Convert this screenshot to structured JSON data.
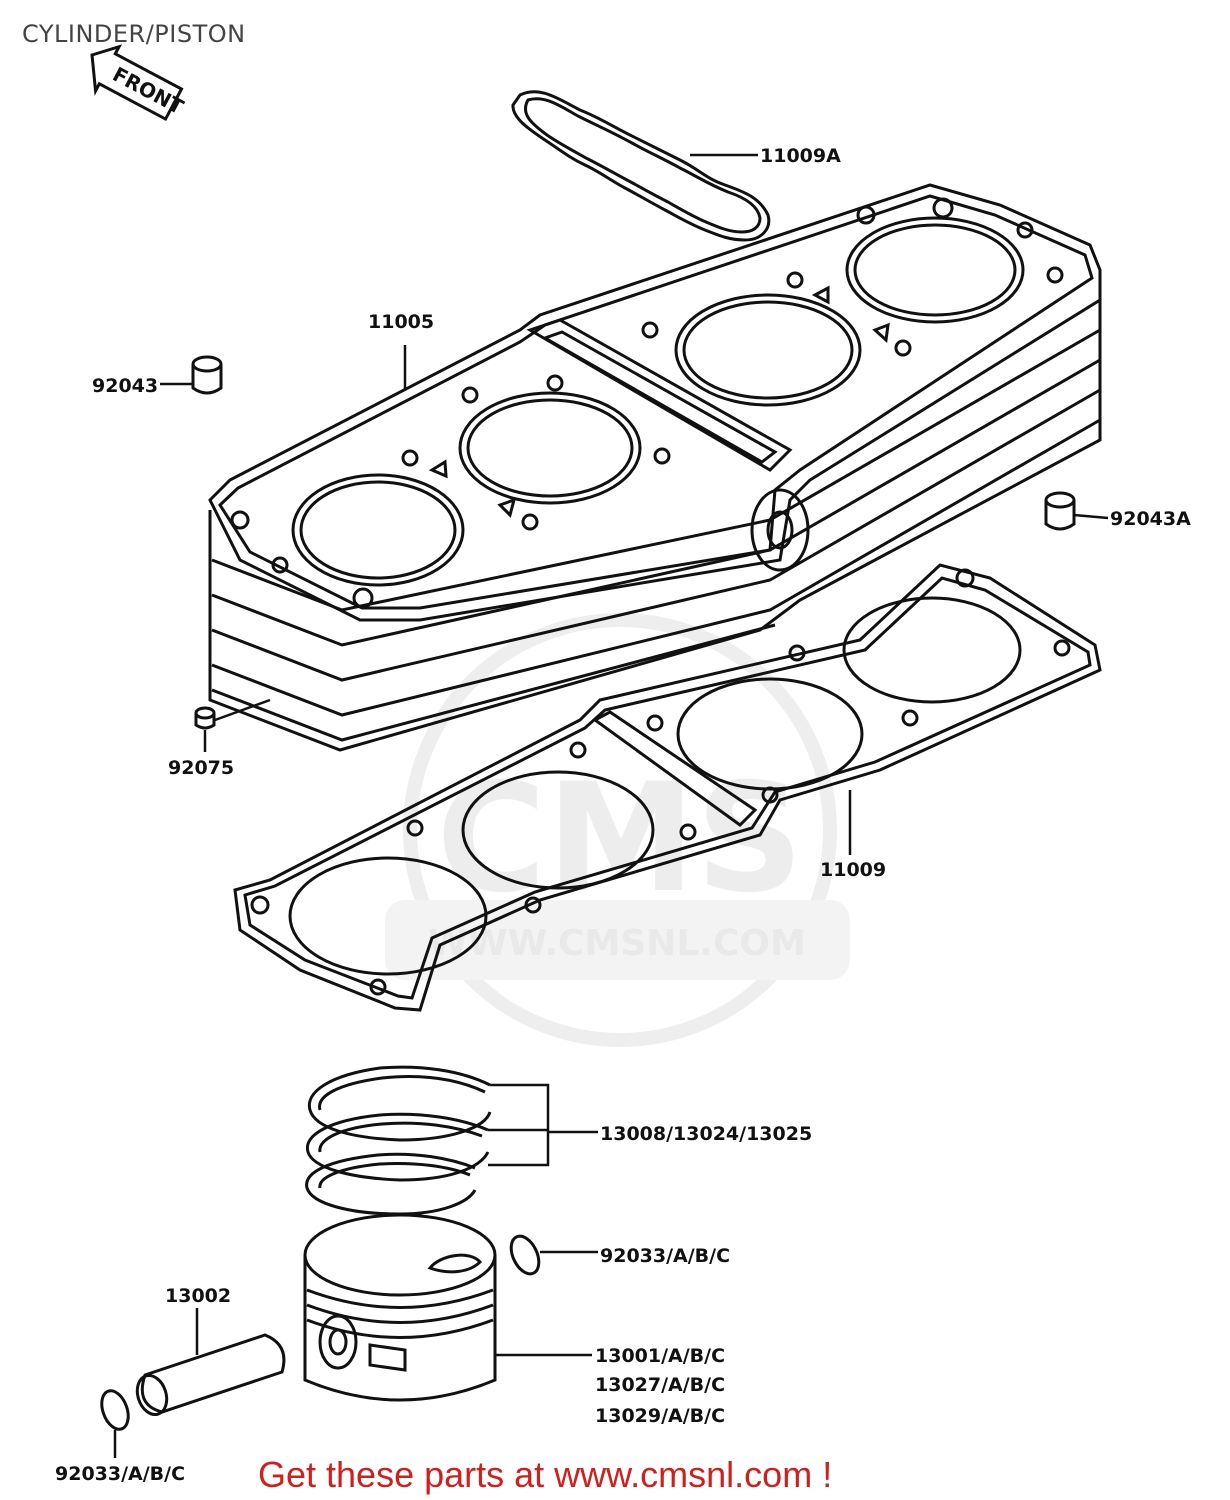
{
  "title": "CYLINDER/PISTON",
  "watermark": {
    "logo_text": "CMS",
    "url_text": "WWW.CMSNL.COM"
  },
  "front_tag": "FRONT",
  "parts": {
    "p11009A": "11009A",
    "p11005": "11005",
    "p92043": "92043",
    "p92043A": "92043A",
    "p92075": "92075",
    "p11009": "11009",
    "p13008": "13008/13024/13025",
    "p92033_top": "92033/A/B/C",
    "p13002": "13002",
    "p13001": "13001/A/B/C",
    "p13027": "13027/A/B/C",
    "p13029": "13029/A/B/C",
    "p92033_bottom": "92033/A/B/C"
  },
  "banner": "Get these parts at www.cmsnl.com !",
  "colors": {
    "line": "#111111",
    "banner": "#d0201e",
    "watermark": "#e9e9e9"
  }
}
